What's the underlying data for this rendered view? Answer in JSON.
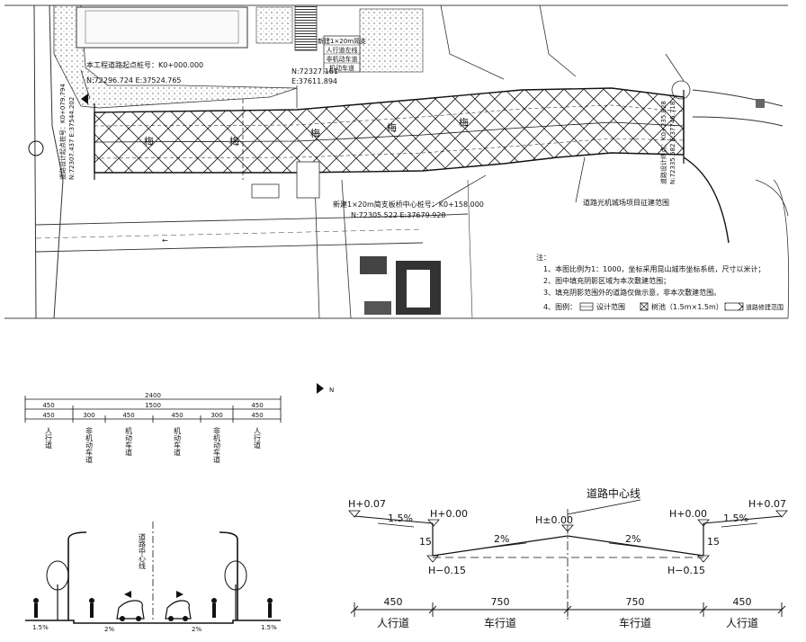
{
  "plan": {
    "start_label": "本工程道路起点桩号：K0+000.000",
    "start_coord": "N:72296.724  E:37524.765",
    "end_coord_n": "N:72327.161",
    "end_coord_e": "E:37611.894",
    "bridge_label": "新建1×20m简支板桥中心桩号：K0+158.000",
    "bridge_coord": "N:72305.522  E:37679.928",
    "scope_label": "道路光机城场项目征建范围",
    "left_station_a": "道路设计起点桩号：K0+079.794",
    "left_station_b": "N:72307.437  E:37544.202",
    "right_station_a": "道路设计终点：K0+235.828",
    "right_station_b": "N:72335.582  E:37745.718",
    "side_label_a": "新建1×20m简支",
    "side_label_b": "人行道左线",
    "side_label_c": "非机动车道",
    "side_label_d": "机动车道",
    "hatch_word": "梅",
    "notes": {
      "head": "注：",
      "n1": "1、本图比例为1：1000，坐标采用昆山城市坐标系统，尺寸以米计；",
      "n2": "2、图中填充阴影区域为本次敷建范围；",
      "n3": "3、填充阴影范围外的道路仅做示意，非本次敷建范围。",
      "n4_prefix": "4、图例：",
      "n4_design": "设计范围",
      "n4_tree": "树池（1.5m×1.5m）",
      "n4_scope": "道路修建范围"
    }
  },
  "section": {
    "total": "2400",
    "row1": [
      "450",
      "1500",
      "450"
    ],
    "row2": [
      "450",
      "300",
      "450",
      "450",
      "300",
      "450"
    ],
    "lanes": [
      "人行道",
      "非机动车道",
      "机动车道",
      "机动车道",
      "非机动车道",
      "人行道"
    ],
    "center_label": "道路中心线",
    "slope_small": "1.5%",
    "slope_mid": "2%"
  },
  "north_mark": "N",
  "profile": {
    "center_label": "道路中心线",
    "h_left_top": "H+0.07",
    "h_left_mid": "H+0.00",
    "h_center": "H±0.00",
    "h_right_mid": "H+0.00",
    "h_right_top": "H+0.07",
    "h_left_bot": "H−0.15",
    "h_right_bot": "H−0.15",
    "slope_side_l": "1.5%",
    "slope_side_r": "1.5%",
    "slope_road_l": "2%",
    "slope_road_r": "2%",
    "curb_l": "15",
    "curb_r": "15",
    "widths": [
      "450",
      "750",
      "750",
      "450"
    ],
    "labels": [
      "人行道",
      "车行道",
      "车行道",
      "人行道"
    ]
  }
}
